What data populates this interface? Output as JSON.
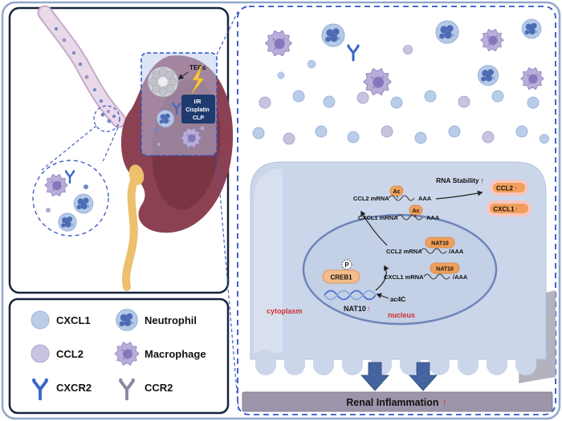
{
  "kidney_panel": {
    "tecs": "TECs",
    "injury": [
      "I/R",
      "Cisplatin",
      "CLP"
    ]
  },
  "legend": {
    "cxcl1": "CXCL1",
    "neutrophil": "Neutrophil",
    "ccl2": "CCL2",
    "macrophage": "Macrophage",
    "cxcr2": "CXCR2",
    "ccr2": "CCR2"
  },
  "cell_panel": {
    "cytoplasm": "cytoplasm",
    "nucleus": "nucleus",
    "creb1": "CREB1",
    "phospho": "P",
    "nat10": "NAT10",
    "up": "↑",
    "ac4c": "ac4C",
    "ccl2_mrna": "CCL2 mRNA",
    "cxcl1_mrna": "CXCL1 mRNA",
    "tail_aaa": "AAA",
    "tail_slash_aaa": "/AAA",
    "nat10_tag": "NAT10",
    "ac_tag": "Ac",
    "rna_stability": "RNA Stability",
    "ccl2": "CCL2",
    "cxcl1": "CXCL1"
  },
  "banner": {
    "label": "Renal Inflammation",
    "up": "↑"
  },
  "colors": {
    "accent_orange": "#f0a05a",
    "highlight_red": "#d22f2f",
    "navy_box": "#1e3a6e",
    "banner_gray": "#9d95aa",
    "kidney_red": "#8c4152",
    "cell_body_blue": "#cbd6ea",
    "dashed_blue": "#3f5bc0",
    "neutrophil_blue": "#b5c9e8",
    "macrophage_purple": "#b9aed8"
  }
}
